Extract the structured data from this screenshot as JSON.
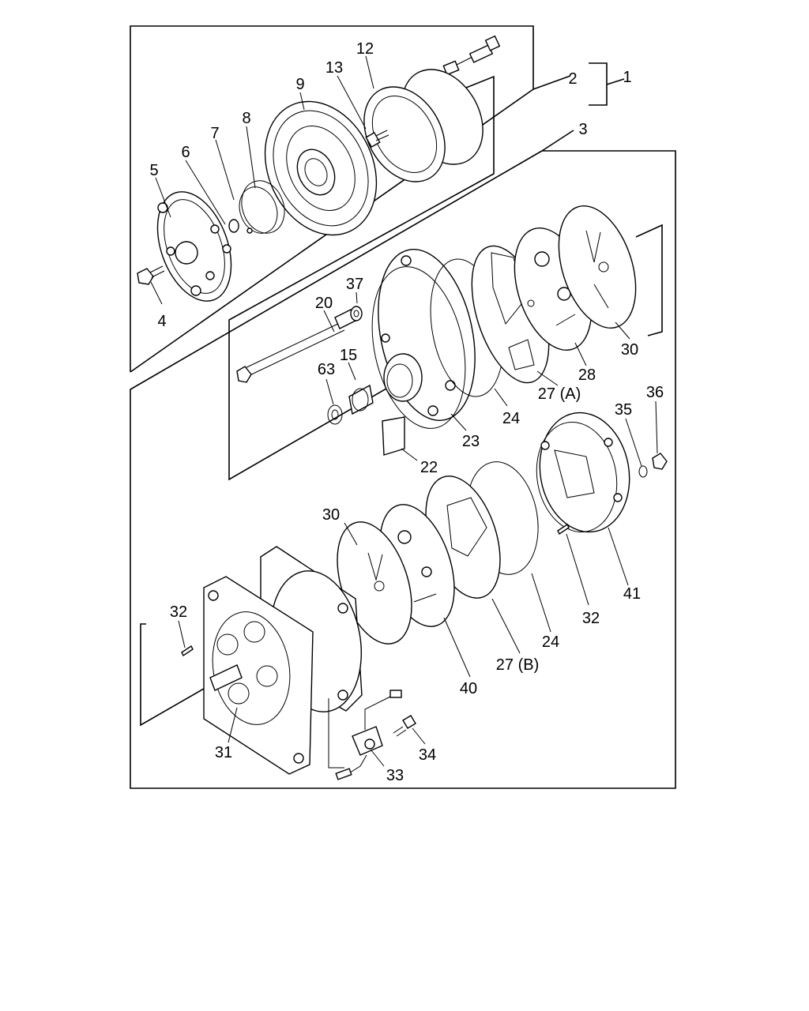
{
  "diagram": {
    "callouts": [
      {
        "id": "c1",
        "text": "1"
      },
      {
        "id": "c2",
        "text": "2"
      },
      {
        "id": "c3",
        "text": "3"
      },
      {
        "id": "c4",
        "text": "4"
      },
      {
        "id": "c5",
        "text": "5"
      },
      {
        "id": "c6",
        "text": "6"
      },
      {
        "id": "c7",
        "text": "7"
      },
      {
        "id": "c8",
        "text": "8"
      },
      {
        "id": "c9",
        "text": "9"
      },
      {
        "id": "c12",
        "text": "12"
      },
      {
        "id": "c13",
        "text": "13"
      },
      {
        "id": "c15",
        "text": "15"
      },
      {
        "id": "c20",
        "text": "20"
      },
      {
        "id": "c22",
        "text": "22"
      },
      {
        "id": "c23",
        "text": "23"
      },
      {
        "id": "c24a",
        "text": "24"
      },
      {
        "id": "c24b",
        "text": "24"
      },
      {
        "id": "c27a",
        "text": "27 (A)"
      },
      {
        "id": "c27b",
        "text": "27 (B)"
      },
      {
        "id": "c28",
        "text": "28"
      },
      {
        "id": "c30a",
        "text": "30"
      },
      {
        "id": "c30b",
        "text": "30"
      },
      {
        "id": "c31",
        "text": "31"
      },
      {
        "id": "c32a",
        "text": "32"
      },
      {
        "id": "c32b",
        "text": "32"
      },
      {
        "id": "c33",
        "text": "33"
      },
      {
        "id": "c34",
        "text": "34"
      },
      {
        "id": "c35",
        "text": "35"
      },
      {
        "id": "c36",
        "text": "36"
      },
      {
        "id": "c37",
        "text": "37"
      },
      {
        "id": "c40",
        "text": "40"
      },
      {
        "id": "c41",
        "text": "41"
      },
      {
        "id": "c63",
        "text": "63"
      }
    ]
  }
}
